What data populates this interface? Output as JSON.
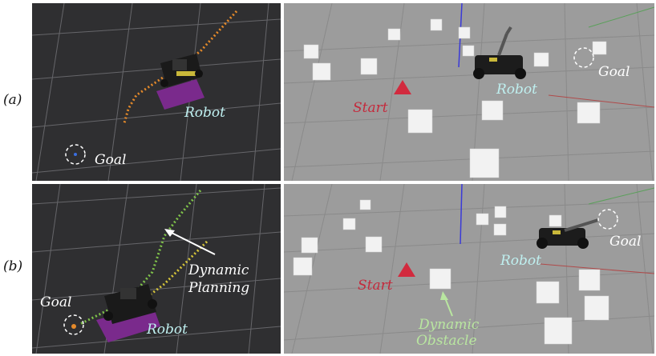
{
  "rows": [
    {
      "label": "(a)",
      "rviz": {
        "robot": "Robot",
        "goal": "Goal"
      },
      "gazebo": {
        "robot": "Robot",
        "goal": "Goal",
        "start": "Start"
      }
    },
    {
      "label": "(b)",
      "rviz": {
        "robot": "Robot",
        "goal": "Goal",
        "planning_line1": "Dynamic",
        "planning_line2": "Planning"
      },
      "gazebo": {
        "robot": "Robot",
        "goal": "Goal",
        "start": "Start",
        "obstacle_line1": "Dynamic",
        "obstacle_line2": "Obstacle"
      }
    }
  ],
  "colors": {
    "rviz_bg": "#2f2f31",
    "grid": "#6a6a6c",
    "gazebo_floor": "#9c9c9c",
    "path_orange": "#e58a2a",
    "path_green": "#7fc24a",
    "path_yellow": "#d8c73a",
    "start_marker": "#d22a3e",
    "robot_label": "#bff0f0",
    "start_label": "#c42a3c",
    "obstacle_label": "#b9e6a0"
  }
}
